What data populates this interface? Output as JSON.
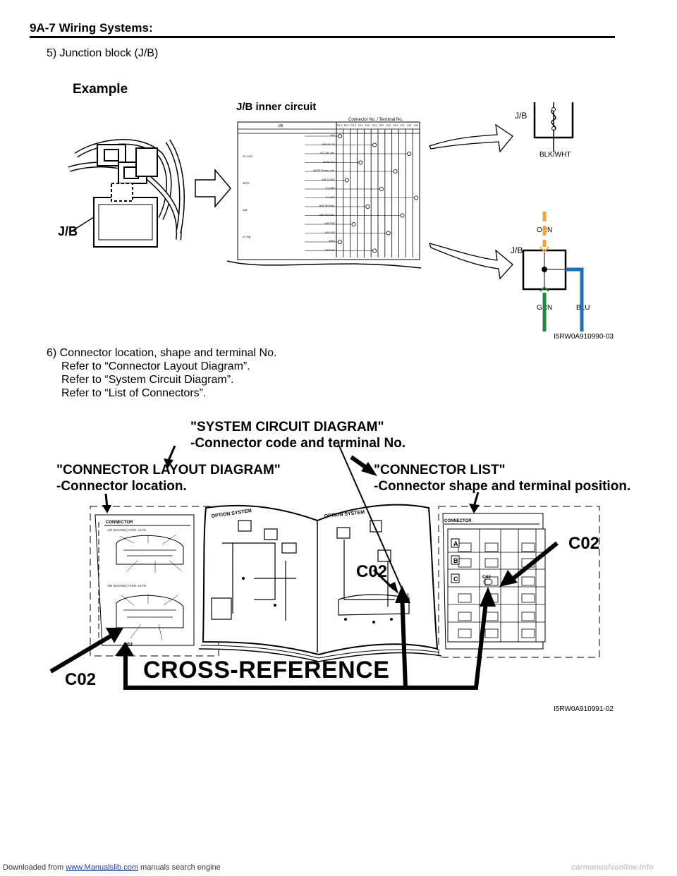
{
  "header": {
    "title": "9A-7   Wiring Systems:"
  },
  "section5": {
    "heading": "5) Junction block (J/B)",
    "example_label": "Example",
    "inner_circuit_label": "J/B inner circuit",
    "jb_label": "J/B",
    "table_header": "Connector No. / Terminal No.",
    "table_jb": "J/B",
    "table_columns": [
      "B1-1",
      "B1-2",
      "E13",
      "E14",
      "E15",
      "G01",
      "G02",
      "G03",
      "G04",
      "L01",
      "L02",
      "L03"
    ],
    "row_labels": [
      "IG1",
      "ABS/IG IG",
      "IG Coil, etc.",
      "BCM IG1",
      "M/TR Power, etc.",
      "A/B CONT",
      "K-LINE",
      "K-LINE",
      "A/B SIGNAL",
      "A/B SIGNAL",
      "A/B SIG",
      "A/B SIG",
      "4WD",
      "EPS AT"
    ],
    "fuse_labels": [
      "IG COIL",
      "M/TR",
      "A/B",
      "IG Sig"
    ],
    "right_top": {
      "jb": "J/B",
      "wire": "BLK/WHT"
    },
    "right_bottom": {
      "jb": "J/B",
      "top_wire": "ORN",
      "left_wire": "GRN",
      "right_wire": "BLU"
    },
    "figure_id": "I5RW0A910990-03"
  },
  "section6": {
    "lines": [
      "6) Connector location, shape and terminal No.",
      "Refer to “Connector Layout Diagram”.",
      "Refer to “System Circuit Diagram”.",
      "Refer to “List of Connectors”."
    ],
    "system_callout": [
      "\"SYSTEM CIRCUIT DIAGRAM\"",
      "-Connector code and terminal No."
    ],
    "layout_callout": [
      "\"CONNECTOR  LAYOUT DIAGRAM\"",
      "-Connector location."
    ],
    "list_callout": [
      "\"CONNECTOR LIST\"",
      "-Connector shape and terminal position."
    ],
    "cross_reference": "CROSS-REFERENCE",
    "code": "C02",
    "connector_page_title": "CONNECTOR",
    "option_system_title": "OPTION SYSTEM",
    "layout_sub1": "A/B (ENGINE) H/DR. L/H/N",
    "layout_sub2": "A/B (ENGINE) H/DR. L/H/N",
    "list_rows": [
      "A",
      "B",
      "C"
    ],
    "figure_id": "I5RW0A910991-02"
  },
  "footer": {
    "prefix": "Downloaded from",
    "link": "www.Manualslib.com",
    "suffix": " manuals search engine",
    "watermark": "carmanualsonline.info"
  }
}
